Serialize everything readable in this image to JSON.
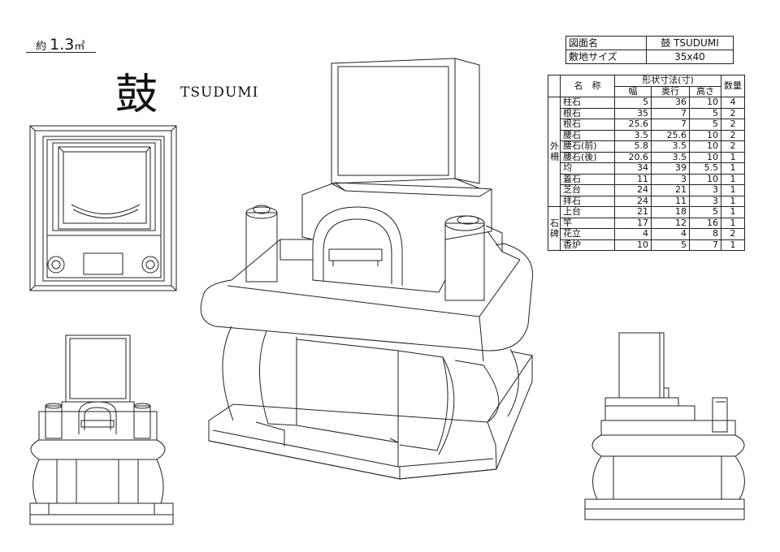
{
  "header": {
    "area_prefix": "約",
    "area_value": "1.3",
    "area_unit": "㎡",
    "title_kanji": "鼓",
    "title_roman": "TSUDUMI"
  },
  "info_table": {
    "rows": [
      {
        "label": "図面名",
        "value": "鼓 TSUDUMI"
      },
      {
        "label": "敷地サイズ",
        "value": "35x40"
      }
    ]
  },
  "spec_table": {
    "header_dimensions": "形状寸法(寸)",
    "header_name": "名　称",
    "header_width": "幅",
    "header_depth": "奥行",
    "header_height": "高さ",
    "header_qty": "数量",
    "groups": [
      {
        "label": "外柵",
        "rows": [
          {
            "name": "柱石",
            "w": "5",
            "d": "36",
            "h": "10",
            "q": "4"
          },
          {
            "name": "根石",
            "w": "35",
            "d": "7",
            "h": "5",
            "q": "2"
          },
          {
            "name": "根石",
            "w": "25.6",
            "d": "7",
            "h": "5",
            "q": "2"
          },
          {
            "name": "腰石",
            "w": "3.5",
            "d": "25.6",
            "h": "10",
            "q": "2"
          },
          {
            "name": "腰石(前)",
            "w": "5.8",
            "d": "3.5",
            "h": "10",
            "q": "2"
          },
          {
            "name": "腰石(後)",
            "w": "20.6",
            "d": "3.5",
            "h": "10",
            "q": "1"
          },
          {
            "name": "均",
            "w": "34",
            "d": "39",
            "h": "5.5",
            "q": "1"
          },
          {
            "name": "蓋石",
            "w": "11",
            "d": "3",
            "h": "10",
            "q": "1"
          },
          {
            "name": "芝台",
            "w": "24",
            "d": "21",
            "h": "3",
            "q": "1"
          },
          {
            "name": "拝石",
            "w": "24",
            "d": "11",
            "h": "3",
            "q": "1"
          }
        ]
      },
      {
        "label": "石碑",
        "rows": [
          {
            "name": "上台",
            "w": "21",
            "d": "18",
            "h": "5",
            "q": "1"
          },
          {
            "name": "竿",
            "w": "17",
            "d": "12",
            "h": "16",
            "q": "1"
          },
          {
            "name": "花立",
            "w": "4",
            "d": "4",
            "h": "8",
            "q": "2"
          },
          {
            "name": "香炉",
            "w": "10",
            "d": "5",
            "h": "7",
            "q": "1"
          }
        ]
      }
    ]
  }
}
